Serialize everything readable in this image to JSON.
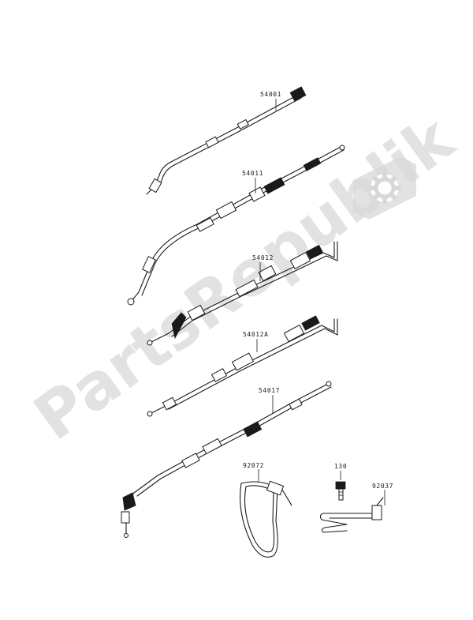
{
  "watermark": {
    "text": "PartsRepublik",
    "icon": "gear-icon"
  },
  "part_labels": {
    "throttle_cable_a": "54001",
    "throttle_cable_b": "54011",
    "choke_cable": "54012",
    "choke_cable_alt": "54012A",
    "clutch_cable": "54017",
    "band": "92072",
    "bolt": "130",
    "clamp": "92037"
  }
}
